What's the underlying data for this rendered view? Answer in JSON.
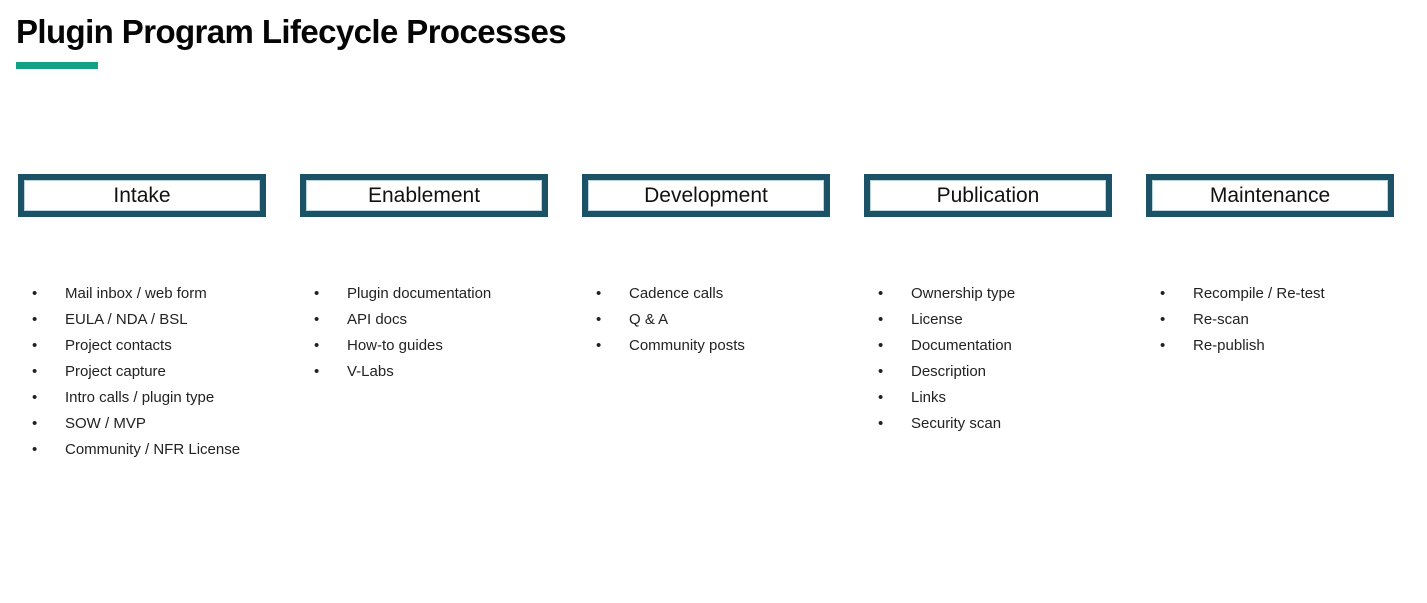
{
  "title": {
    "text": "Plugin Program Lifecycle Processes",
    "accent_color": "#12a087"
  },
  "theme": {
    "box_border_color": "#1b5266",
    "box_fill_color": "#ffffff",
    "text_color": "#222222",
    "background_color": "#ffffff"
  },
  "bullet_glyph": "•",
  "columns": [
    {
      "stage": "Intake",
      "items": [
        "Mail inbox / web form",
        "EULA / NDA / BSL",
        "Project contacts",
        "Project capture",
        "Intro calls / plugin type",
        "SOW / MVP",
        "Community / NFR License"
      ]
    },
    {
      "stage": "Enablement",
      "items": [
        "Plugin documentation",
        "API docs",
        "How-to guides",
        "V-Labs"
      ]
    },
    {
      "stage": "Development",
      "items": [
        "Cadence calls",
        "Q & A",
        "Community posts"
      ]
    },
    {
      "stage": "Publication",
      "items": [
        "Ownership type",
        "License",
        "Documentation",
        "Description",
        "Links",
        "Security scan"
      ]
    },
    {
      "stage": "Maintenance",
      "items": [
        "Recompile / Re-test",
        "Re-scan",
        "Re-publish"
      ]
    }
  ]
}
